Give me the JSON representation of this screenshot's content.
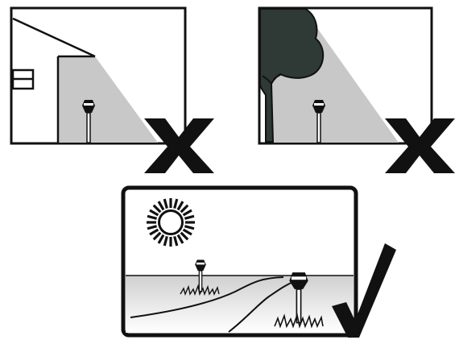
{
  "panels": [
    {
      "scene": "house-wall",
      "verdict": "cross",
      "verdict_icon": "cross-mark-icon"
    },
    {
      "scene": "tree",
      "verdict": "cross",
      "verdict_icon": "cross-mark-icon"
    },
    {
      "scene": "open-sunny-yard",
      "verdict": "check",
      "verdict_icon": "check-mark-icon"
    }
  ],
  "colors": {
    "ink": "#111111",
    "shadow": "#c8c8c8",
    "tree": "#2f3a36",
    "ground_top": "#d0d0d0",
    "ground_bottom": "#ffffff"
  }
}
